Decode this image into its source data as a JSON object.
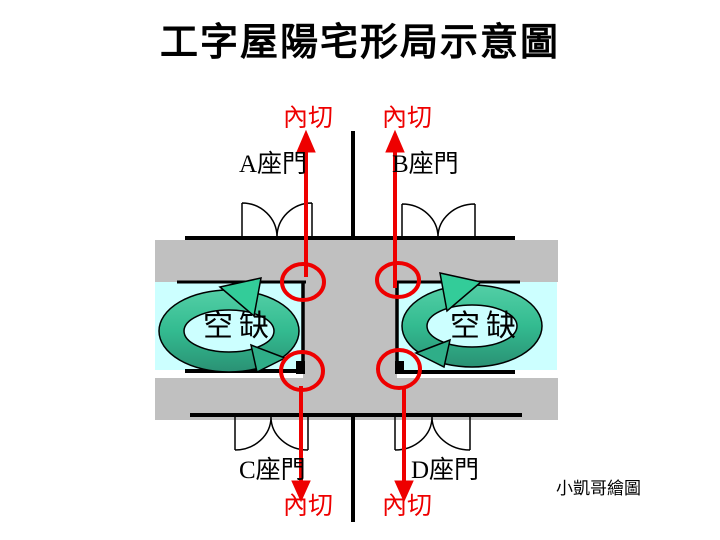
{
  "title": "工字屋陽宅形局示意圖",
  "labels": {
    "inner_cut_top_left": "內切",
    "inner_cut_top_right": "內切",
    "inner_cut_bottom_left": "內切",
    "inner_cut_bottom_right": "內切",
    "door_a": "A座門",
    "door_b": "B座門",
    "door_c": "C座門",
    "door_d": "D座門",
    "vacancy_left": "空缺",
    "vacancy_right": "空缺",
    "credit": "小凱哥繪圖"
  },
  "colors": {
    "building_gray": "#c0c0c0",
    "courtyard_cyan": "#ccffff",
    "annotation_red": "#ee0000",
    "rotation_green_light": "#33cc99",
    "rotation_green_dark": "#2a9174",
    "line_black": "#000000"
  }
}
